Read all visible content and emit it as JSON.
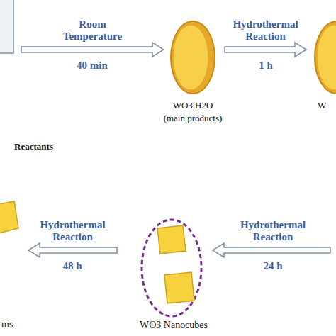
{
  "diagram": {
    "nodes": [
      {
        "text": [
          "Reactants"
        ]
      },
      {
        "text": [
          "WO3.H2O",
          "(main products)"
        ]
      },
      {
        "text": [
          "W"
        ]
      },
      {
        "text": [
          "WO3 Nanocubes"
        ]
      },
      {
        "text": [
          "ms"
        ]
      }
    ],
    "edges": [
      {
        "from": 0,
        "to": 1,
        "arrow": "to",
        "label": "Room Temperature"
      },
      {
        "from": 1,
        "to": 2,
        "arrow": "to",
        "label": "Hydrothermal Reaction"
      },
      {
        "from": 3,
        "to": 4,
        "arrow": "to",
        "label": "Hydrothermal Reaction"
      }
    ],
    "labels": [
      "40 min",
      "1 h",
      "Hydrothermal Reaction",
      "24 h",
      "48 h"
    ]
  }
}
